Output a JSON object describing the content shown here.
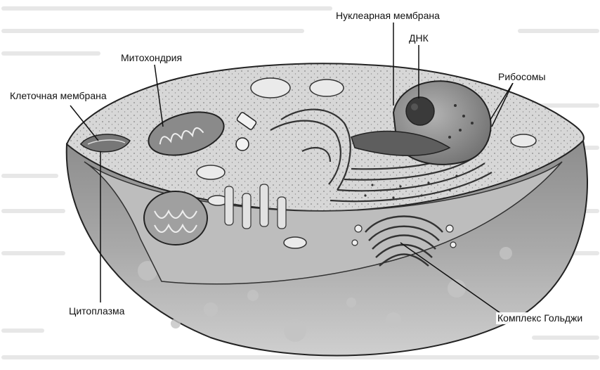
{
  "diagram": {
    "labels": {
      "nuclear_membrane": "Нуклеарная мембрана",
      "dna": "ДНК",
      "mitochondria": "Митохондрия",
      "cell_membrane": "Клеточная мембрана",
      "ribosomes": "Рибосомы",
      "cytoplasm": "Цитоплазма",
      "golgi_complex": "Комплекс Гольджи"
    }
  }
}
